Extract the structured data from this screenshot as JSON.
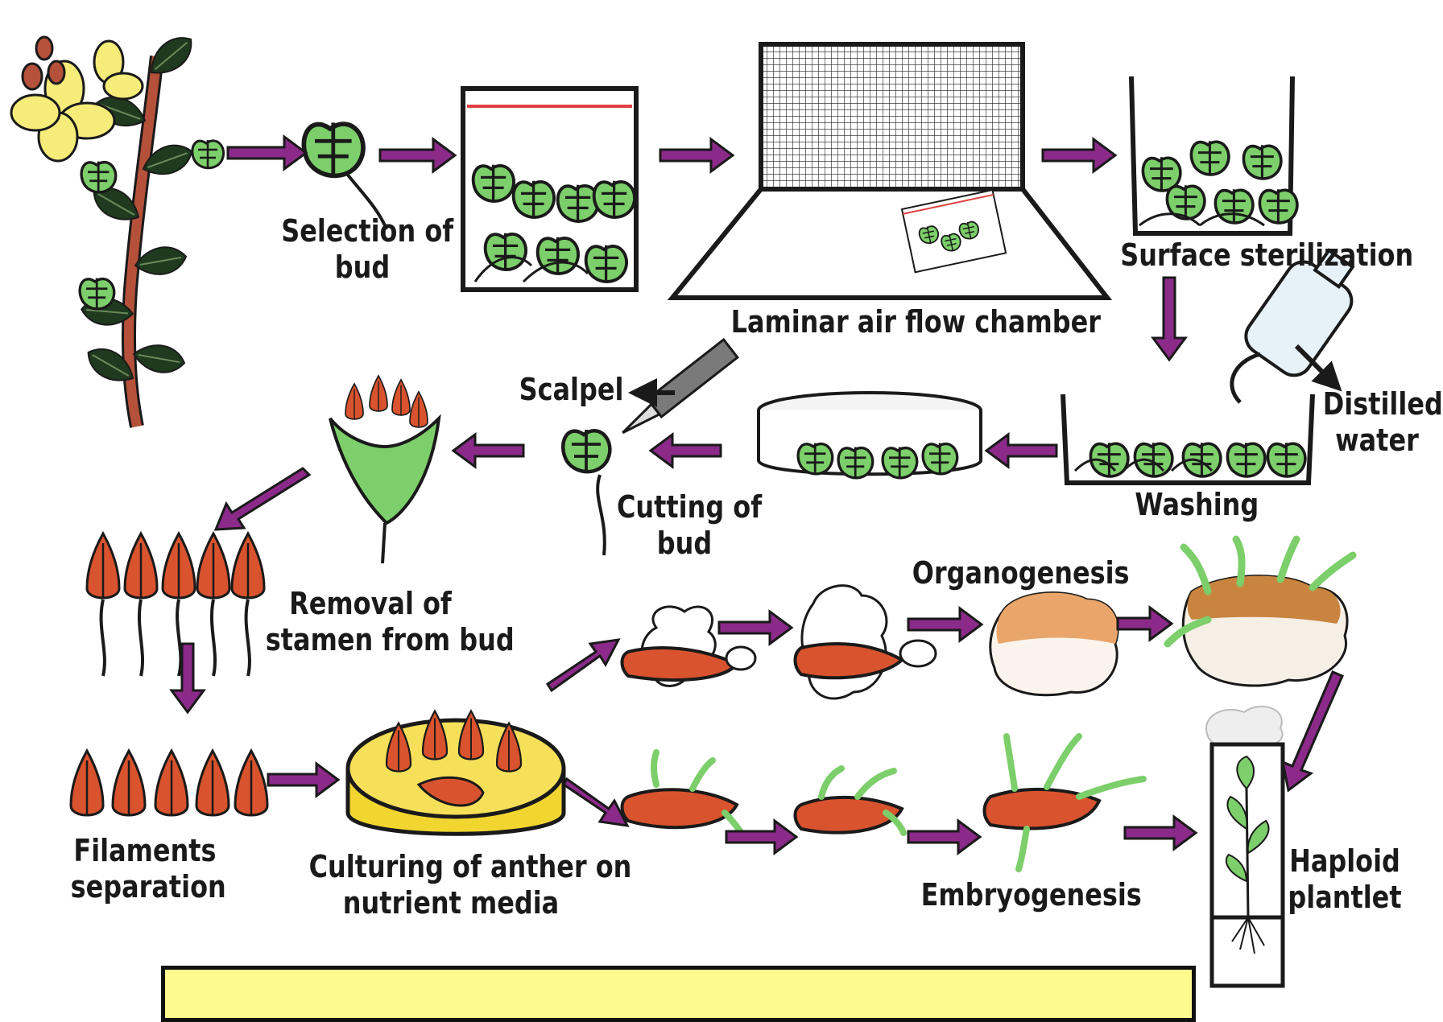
{
  "labels": {
    "selection_of_bud": "Selection of\nbud",
    "laminar_air_flow_chamber": "Laminar air flow chamber",
    "surface_sterilization": "Surface sterilization",
    "distilled_water": "Distilled\nwater",
    "washing": "Washing",
    "scalpel": "Scalpel",
    "cutting_of_bud": "Cutting of\nbud",
    "removal_of_stamen": "Removal of\nstamen from bud",
    "organogenesis": "Organogenesis",
    "filaments_separation": "Filaments\nseparation",
    "culturing_of_anther": "Culturing of anther on\nnutrient media",
    "embryogenesis": "Embryogenesis",
    "haploid_plantlet": "Haploid\nplantlet"
  },
  "colors": {
    "arrow": "#8c2a8a",
    "leaf": "#7ccf6a",
    "dark_leaf": "#1f3a1f",
    "flower": "#f5ec7a",
    "stem": "#b5513a",
    "anther": "#d9532e",
    "dish": "#f2d630",
    "callus": "#e9a56a",
    "banner": "#fdfb8f"
  }
}
